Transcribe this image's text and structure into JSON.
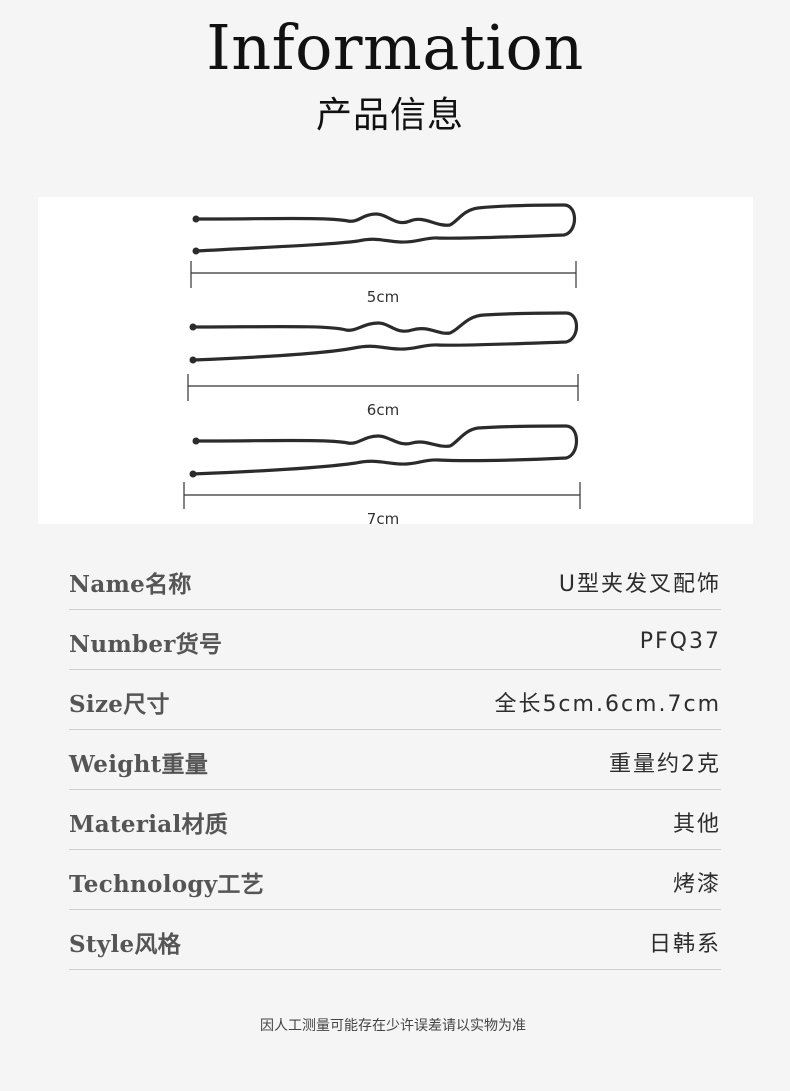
{
  "header": {
    "title_en": "Information",
    "title_cn": "产品信息"
  },
  "product_image": {
    "sizes": [
      "5cm",
      "6cm",
      "7cm"
    ],
    "pin_color": "#2b2b2b"
  },
  "specs": [
    {
      "label": "Name名称",
      "value": "U型夹发叉配饰"
    },
    {
      "label": "Number货号",
      "value": "PFQ37"
    },
    {
      "label": "Size尺寸",
      "value": "全长5cm.6cm.7cm"
    },
    {
      "label": "Weight重量",
      "value": "重量约2克"
    },
    {
      "label": "Material材质",
      "value": "其他"
    },
    {
      "label": "Technology工艺",
      "value": "烤漆"
    },
    {
      "label": "Style风格",
      "value": "日韩系"
    }
  ],
  "footnote": "因人工测量可能存在少许误差请以实物为准"
}
